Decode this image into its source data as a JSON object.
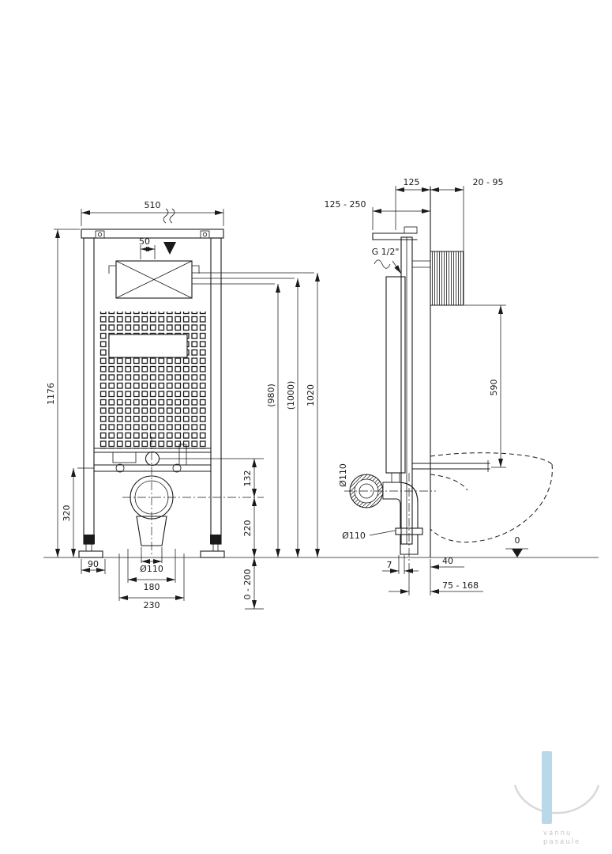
{
  "front": {
    "width_overall": "510",
    "flush_pipe_offset": "50",
    "height_overall": "1176",
    "height_lower_bracket": "320",
    "foot_offset": "90",
    "drain_diameter": "Ø110",
    "drain_spacing_inner": "180",
    "drain_spacing_outer": "230",
    "bend_to_drain": "132",
    "drain_height": "220",
    "leg_adjust_range": "0 - 200",
    "height_980": "(980)",
    "height_1000": "(1000)",
    "height_1020": "1020"
  },
  "side": {
    "pipe_depth_range": "125 - 250",
    "depth_overall": "125",
    "wall_anchor_range": "20 - 95",
    "water_inlet": "G 1/2\"",
    "bowl_top_height": "590",
    "outlet_diameter": "Ø110",
    "floor_outlet_diameter": "Ø110",
    "floor_datum": "0",
    "front_gap": "7",
    "wall_clearance": "40",
    "outlet_depth_range": "75 - 168"
  },
  "watermark": {
    "line1": "vannu",
    "line2": "pasaule",
    "bar_color": "#b9d8e9",
    "arc_color": "#d6d9da"
  }
}
